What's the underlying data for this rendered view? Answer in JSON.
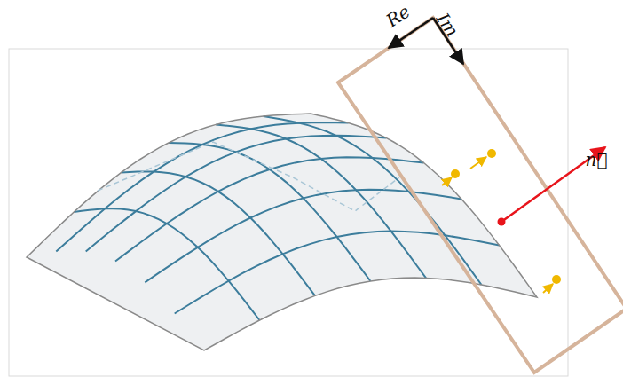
{
  "diagram": {
    "labels": [
      "Re",
      "Im",
      "n⃗"
    ]
  }
}
